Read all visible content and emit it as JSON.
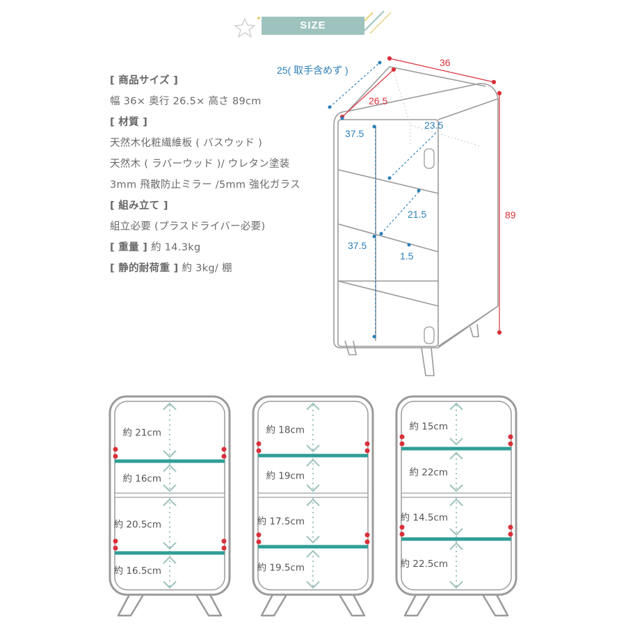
{
  "banner": {
    "title": "SIZE"
  },
  "specs": {
    "size_heading": "[ 商品サイズ ]",
    "size_value": "幅 36× 奥行 26.5× 高さ 89cm",
    "material_heading": "[ 材質 ]",
    "material_1": "天然木化粧繊維板 ( バスウッド )",
    "material_2": "天然木 ( ラバーウッド )/ ウレタン塗装",
    "material_3": "3mm 飛散防止ミラー /5mm 強化ガラス",
    "assembly_heading": "[ 組み立て ]",
    "assembly_value": "組立必要 (プラスドライバー必要)",
    "weight_label": "[ 重量 ]",
    "weight_value": " 約 14.3kg",
    "load_label": "[ 静的耐荷重 ]",
    "load_value": " 約 3kg/ 棚"
  },
  "diagram": {
    "depth_no_handle": "25( 取手含めず )",
    "width": "36",
    "depth": "26.5",
    "height": "89",
    "inner_top": "37.5",
    "inner_depth": "23.5",
    "shelf_gap": "21.5",
    "inner_bottom": "37.5",
    "shelf_thickness": "1.5"
  },
  "layouts": [
    {
      "a": "約 21cm",
      "b": "約 16cm",
      "c": "約 20.5cm",
      "d": "約 16.5cm"
    },
    {
      "a": "約 18cm",
      "b": "約 19cm",
      "c": "約 17.5cm",
      "d": "約 19.5cm"
    },
    {
      "a": "約 15cm",
      "b": "約 22cm",
      "c": "約 14.5cm",
      "d": "約 22.5cm"
    }
  ],
  "colors": {
    "accent": "#9ec3be",
    "shelf": "#2f9e96",
    "red": "#d9303a",
    "blue": "#2a7fb8",
    "outline": "#9a9a9a"
  }
}
